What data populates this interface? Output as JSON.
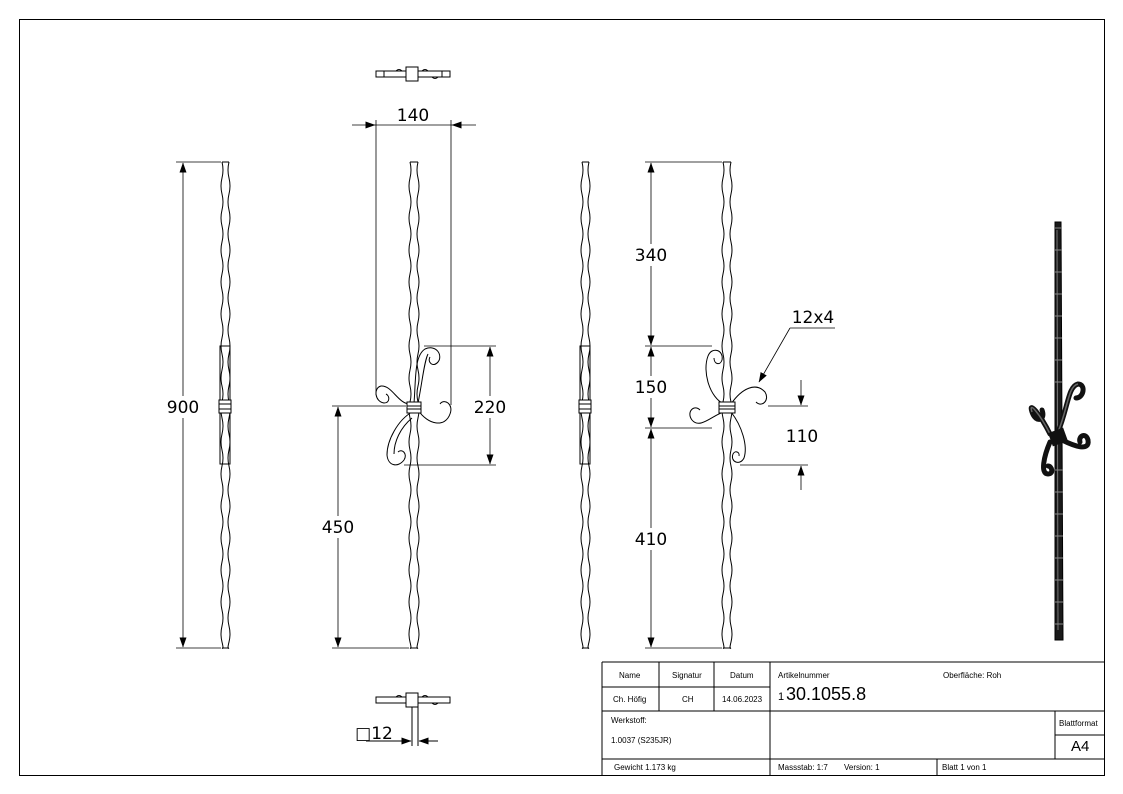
{
  "dimensions": {
    "overall_height": "900",
    "top_width": "140",
    "scroll_height": "220",
    "bottom_to_collar": "450",
    "top_segment": "340",
    "middle_segment": "150",
    "bottom_segment": "410",
    "scroll_offset": "110",
    "flat_bar": "12x4",
    "square_section": "□12"
  },
  "title_block": {
    "name_header": "Name",
    "signature_header": "Signatur",
    "date_header": "Datum",
    "name_value": "Ch. Höfig",
    "signature_value": "CH",
    "date_value": "14.06.2023",
    "article_header": "Artikelnummer",
    "article_prefix": "1",
    "article_number": "30.1055.8",
    "surface": "Oberfläche:  Roh",
    "material_header": "Werkstoff:",
    "material_value": "1.0037 (S235JR)",
    "sheet_format_header": "Blattformat",
    "sheet_format_value": "A4",
    "weight": "Gewicht 1.173 kg",
    "scale": "Massstab: 1:7",
    "version": "Version: 1",
    "sheet": "Blatt 1 von 1"
  }
}
